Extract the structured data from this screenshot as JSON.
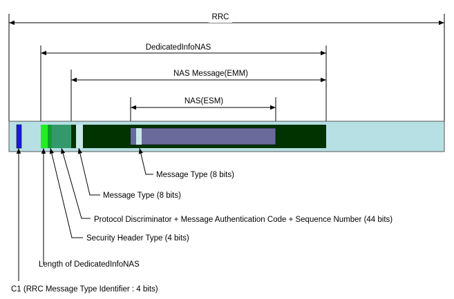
{
  "spans": {
    "rrc": "RRC",
    "dedicated": "DedicatedInfoNAS",
    "emm": "NAS Message(EMM)",
    "esm": "NAS(ESM)"
  },
  "callouts": {
    "esm_msg_type": "Message Type (8 bits)",
    "emm_msg_type": "Message Type (8 bits)",
    "pd_mac_sn": "Protocol Discriminator + Message Authentication Code + Sequence Number (44 bits)",
    "sec_header": "Security Header Type (4 bits)",
    "length": "Length of DedicatedInfoNAS",
    "c1": "C1 (RRC Message Type Identifier : 4 bits)"
  },
  "colors": {
    "rrc_container": "#b6e0e4",
    "c1_field": "#1a1adf",
    "length_field": "#22ee22",
    "sec_header_field": "#0f9f2a",
    "pd_mac_sn_field": "#33996a",
    "nas_body": "#003300",
    "emm_msg_type_field": "#c9e8e8",
    "esm_body": "#6b6b9b",
    "esm_left_stripe": "#6a6aa0",
    "esm_msg_type_field": "#c9e8e8"
  }
}
